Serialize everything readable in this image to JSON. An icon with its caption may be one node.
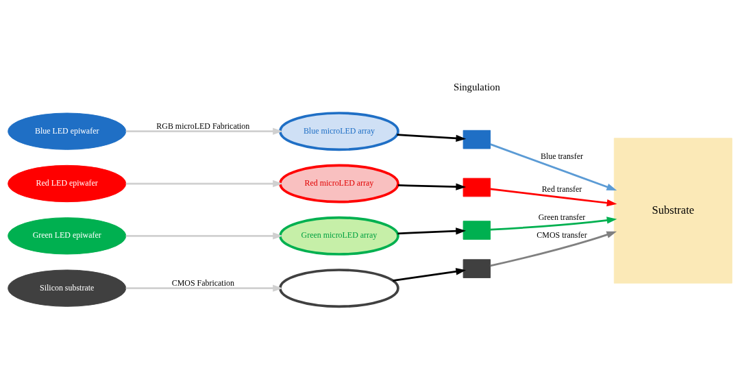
{
  "diagram": {
    "nodes": [
      {
        "text": [
          "Blue LED epiwafer"
        ]
      },
      {
        "text": [
          "Red LED epiwafer"
        ]
      },
      {
        "text": [
          "Green LED epiwafer"
        ]
      },
      {
        "text": [
          "Silicon substrate"
        ]
      },
      {
        "text": [
          "Blue microLED array"
        ]
      },
      {
        "text": [
          "Red microLED array"
        ]
      },
      {
        "text": [
          "Green microLED array"
        ]
      },
      {
        "text": [],
        "shape": "circle"
      },
      {
        "text": [],
        "shape": "box"
      },
      {
        "text": [],
        "shape": "box"
      },
      {
        "text": [],
        "shape": "box"
      },
      {
        "text": [],
        "shape": "box"
      },
      {
        "text": [
          "Substrate"
        ]
      }
    ],
    "edges": [
      {
        "from": 0,
        "to": 4,
        "arrow": "to",
        "label": "RGB microLED Fabrication",
        "color": "#d0d0d0"
      },
      {
        "from": 1,
        "to": 5,
        "arrow": "to",
        "color": "#d0d0d0"
      },
      {
        "from": 2,
        "to": 6,
        "arrow": "to",
        "color": "#d0d0d0"
      },
      {
        "from": 3,
        "to": 7,
        "arrow": "to",
        "label": "CMOS Fabrication",
        "color": "#d0d0d0"
      },
      {
        "from": 4,
        "to": 8,
        "arrow": "to",
        "color": "#000000"
      },
      {
        "from": 5,
        "to": 9,
        "arrow": "to",
        "color": "#000000"
      },
      {
        "from": 6,
        "to": 10,
        "arrow": "to",
        "color": "#000000"
      },
      {
        "from": 7,
        "to": 11,
        "arrow": "to",
        "color": "#000000"
      },
      {
        "from": 8,
        "to": 12,
        "arrow": "to",
        "label": "Blue transfer",
        "color": "#5b9bd5"
      },
      {
        "from": 9,
        "to": 12,
        "arrow": "to",
        "label": "Red transfer",
        "color": "#ff0000"
      },
      {
        "from": 10,
        "to": 12,
        "arrow": "to",
        "label": "Green transfer",
        "color": "#00b050"
      },
      {
        "from": 11,
        "to": 12,
        "arrow": "to",
        "label": "CMOS transfer",
        "color": "#808080"
      }
    ],
    "labels": [
      "Singulation"
    ]
  }
}
